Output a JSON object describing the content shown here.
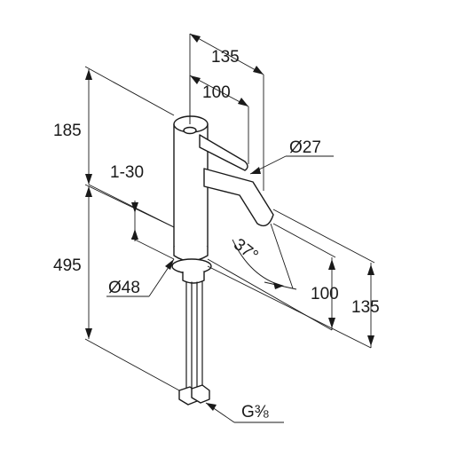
{
  "dimensions": {
    "top_width": "135",
    "lever_offset": "100",
    "total_height_upper": "185",
    "depth_range": "1-30",
    "spout_diameter": "Ø27",
    "angle": "37°",
    "lower_height": "495",
    "base_diameter": "Ø48",
    "spout_reach": "100",
    "spout_reach_total": "135",
    "connection_thread": "G⅜"
  }
}
